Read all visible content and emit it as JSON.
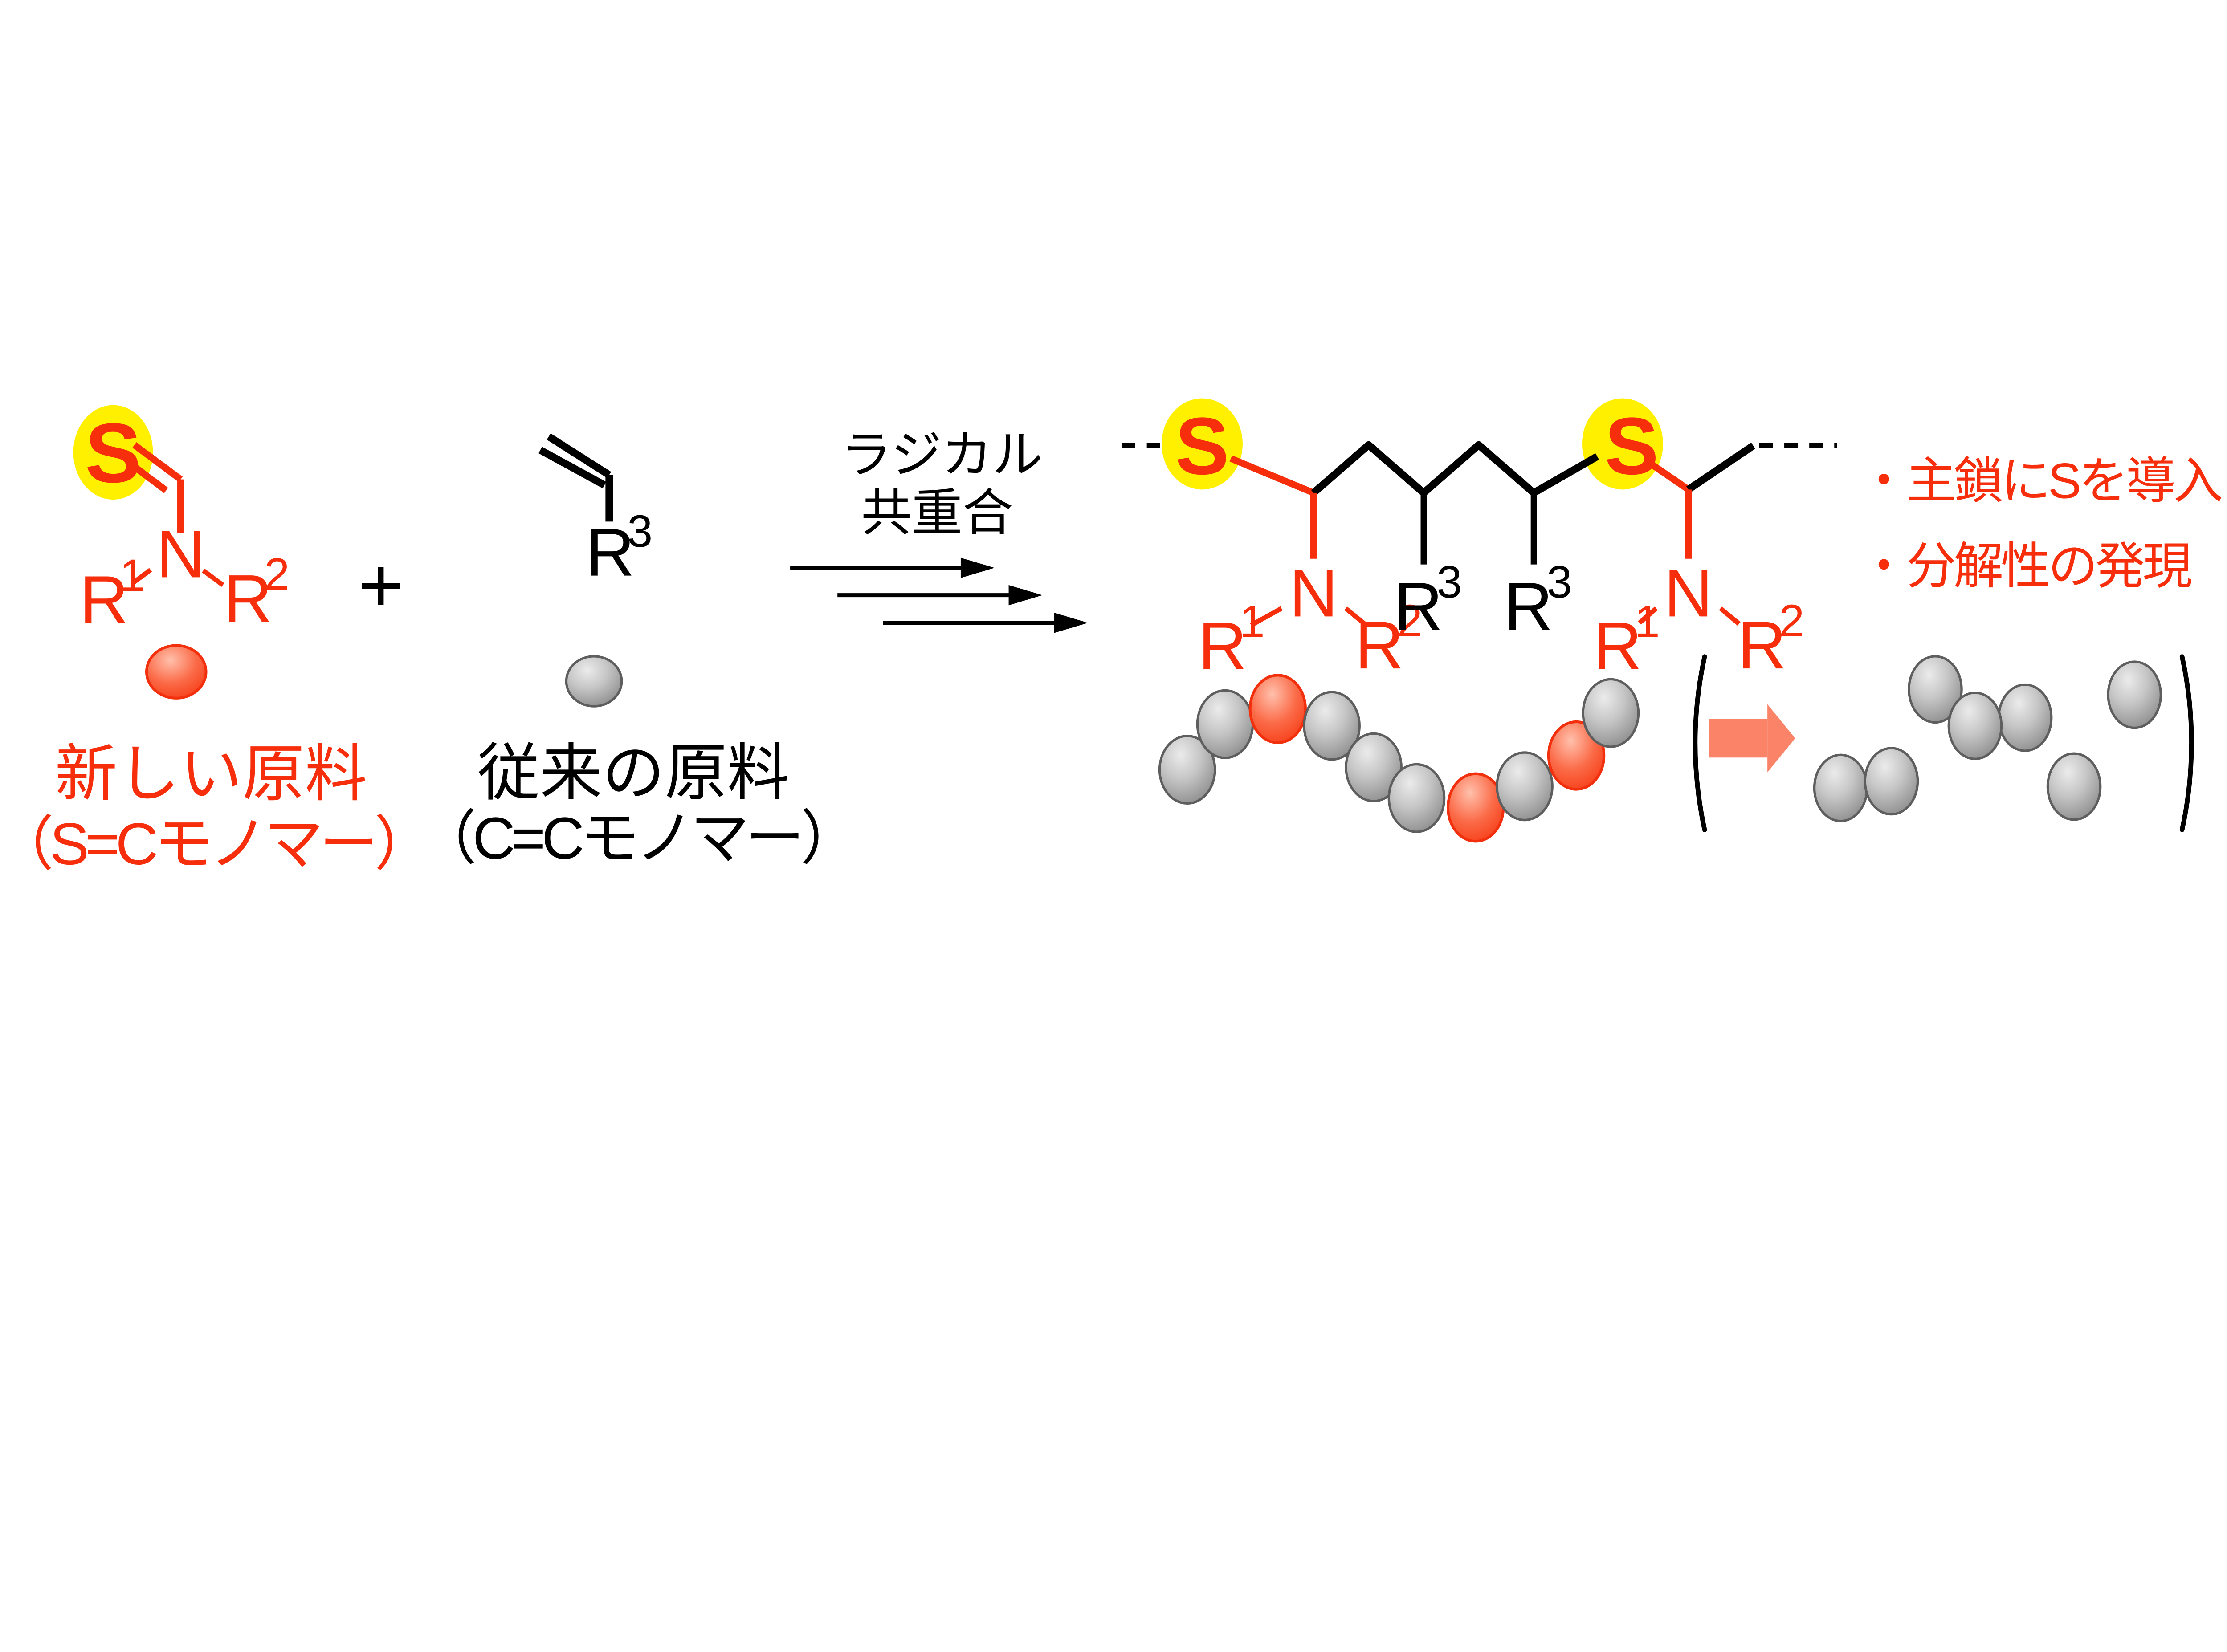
{
  "colors": {
    "accent_red": "#f62e0c",
    "highlight_yellow": "#fff000",
    "ball_gray": "#9a9a9a",
    "ball_red": "#f9522f",
    "arrow_salmon": "#fa8368",
    "ink_black": "#000000"
  },
  "atoms": {
    "sulfur": "S",
    "nitrogen": "N",
    "r": "R",
    "sup1": "1",
    "sup2": "2",
    "sup3": "3"
  },
  "operators": {
    "plus": "+"
  },
  "monomer_new": {
    "caption_line1": "新しい原料",
    "caption_line2": "（S=Cモノマー）"
  },
  "monomer_conventional": {
    "caption_line1": "従来の原料",
    "caption_line2": "（C=Cモノマー）"
  },
  "reaction": {
    "condition_line1": "ラジカル",
    "condition_line2": "共重合"
  },
  "product_notes": {
    "note1": "・主鎖にSを導入",
    "note2": "・分解性の発現"
  }
}
